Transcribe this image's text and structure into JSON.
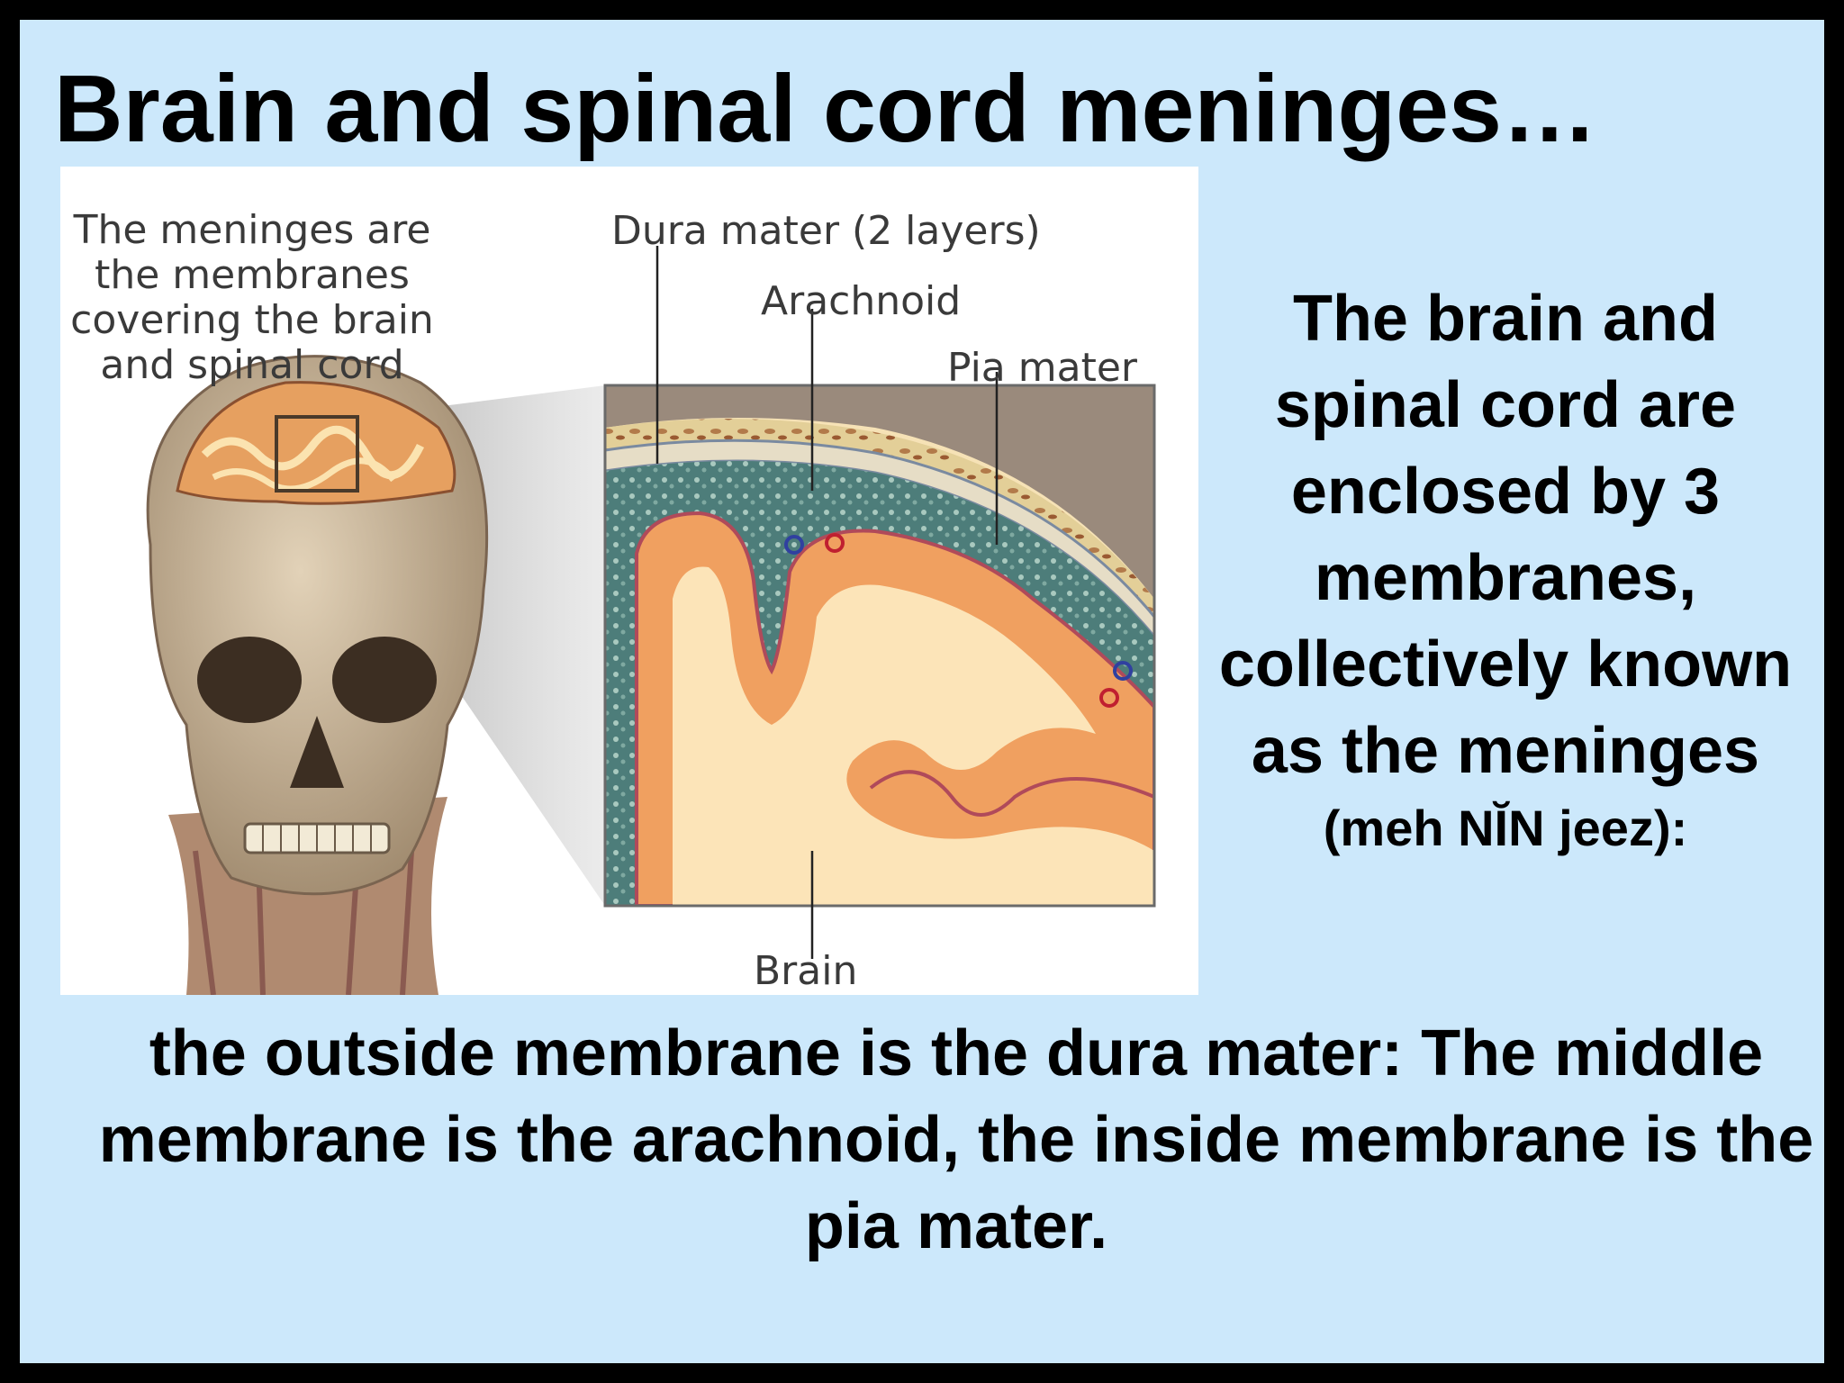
{
  "slide": {
    "title": "Brain and spinal cord meninges…",
    "background_color": "#cce8fb",
    "frame_color": "#000000"
  },
  "figure": {
    "caption": "The meninges are the membranes covering the brain and spinal cord",
    "labels": {
      "dura": "Dura mater (2 layers)",
      "arachnoid": "Arachnoid",
      "pia": "Pia mater",
      "brain": "Brain"
    },
    "colors": {
      "cortex": "#f0a060",
      "white_matter": "#fce4b8",
      "arachnoid_space": "#4a7a7a",
      "dura": "#d8c8a0",
      "bone": "#9a8a7c"
    }
  },
  "right_text": {
    "main": "The brain and spinal cord are enclosed by 3 membranes, collectively known as the meninges",
    "pronunciation": "(meh NĬN jeez):"
  },
  "bottom_text": "the outside membrane is the dura mater:  The middle membrane is the arachnoid, the inside membrane is the pia mater."
}
